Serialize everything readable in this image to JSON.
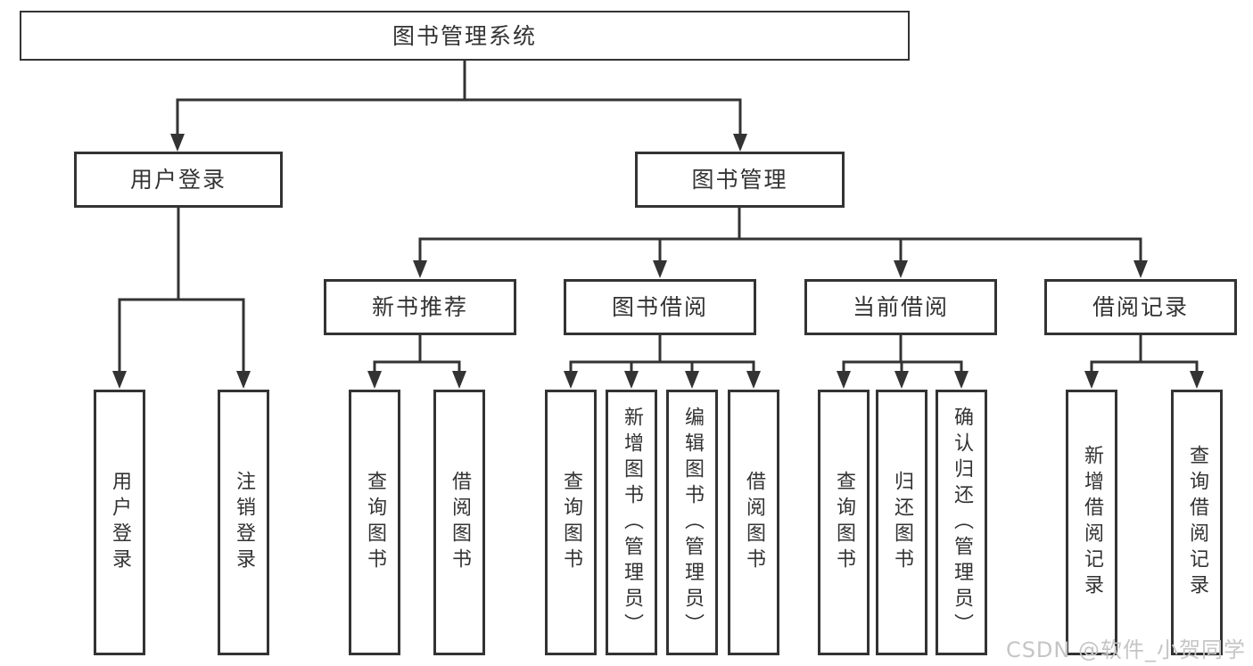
{
  "diagram_type": "hierarchy-tree",
  "colors": {
    "line": "#333333",
    "text": "#333333",
    "bg": "#ffffff",
    "watermark": "#c5c5c5"
  },
  "tree": {
    "label": "图书管理系统",
    "children": [
      {
        "label": "用户登录",
        "children": [
          {
            "label": "用户登录"
          },
          {
            "label": "注销登录"
          }
        ]
      },
      {
        "label": "图书管理",
        "children": [
          {
            "label": "新书推荐",
            "children": [
              {
                "label": "查询图书"
              },
              {
                "label": "借阅图书"
              }
            ]
          },
          {
            "label": "图书借阅",
            "children": [
              {
                "label": "查询图书"
              },
              {
                "label": "新增图书（管理员）"
              },
              {
                "label": "编辑图书（管理员）"
              },
              {
                "label": "借阅图书"
              }
            ]
          },
          {
            "label": "当前借阅",
            "children": [
              {
                "label": "查询图书"
              },
              {
                "label": "归还图书"
              },
              {
                "label": "确认归还（管理员）"
              }
            ]
          },
          {
            "label": "借阅记录",
            "children": [
              {
                "label": "新增借阅记录"
              },
              {
                "label": "查询借阅记录"
              }
            ]
          }
        ]
      }
    ]
  },
  "watermark": "CSDN @软件_小贺同学"
}
